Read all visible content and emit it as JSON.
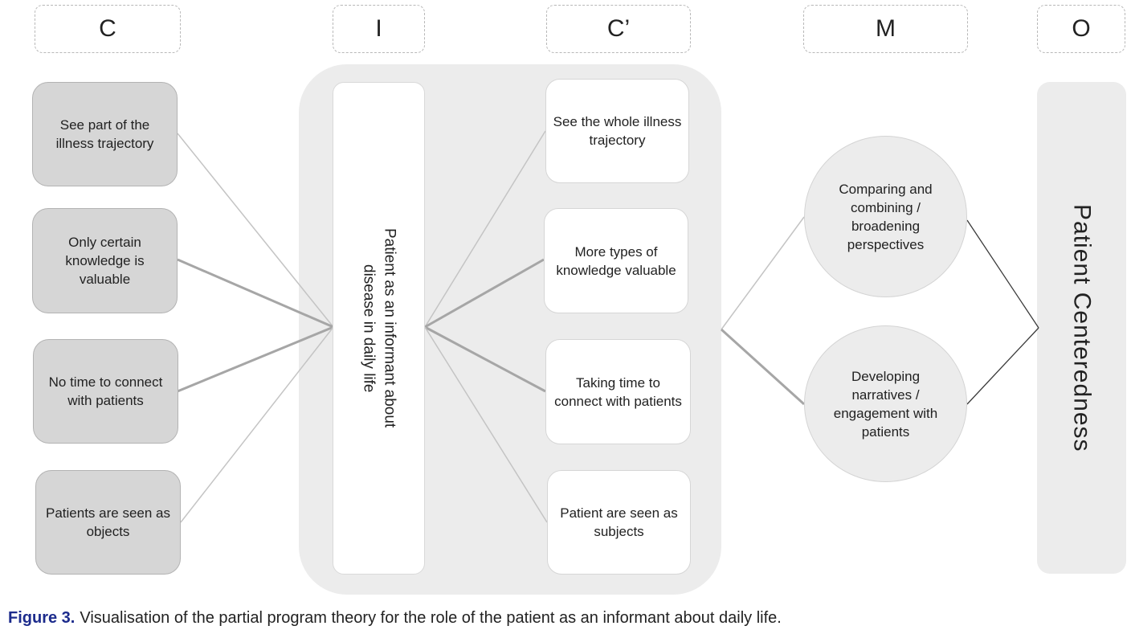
{
  "headers": {
    "c": "C",
    "i": "I",
    "c_prime": "C’",
    "m": "M",
    "o": "O"
  },
  "context": [
    {
      "label": "See part of the illness trajectory"
    },
    {
      "label": "Only certain knowledge is valuable"
    },
    {
      "label": "No time to connect with patients"
    },
    {
      "label": "Patients are seen as objects"
    }
  ],
  "intervention": {
    "label": "Patient  as an informant about disease in daily life"
  },
  "context_prime": [
    {
      "label": "See the whole illness trajectory"
    },
    {
      "label": "More types of knowledge valuable"
    },
    {
      "label": "Taking time to connect with patients"
    },
    {
      "label": "Patient are seen as subjects"
    }
  ],
  "mechanisms": [
    {
      "label": "Comparing and combining / broadening perspectives"
    },
    {
      "label": "Developing narratives / engagement with patients"
    }
  ],
  "outcome": {
    "label": "Patient Centeredness"
  },
  "caption": {
    "label": "Figure 3.",
    "text": "Visualisation of the partial program theory for the role of the patient as an informant about daily life."
  },
  "colors": {
    "context_box_fill": "#d6d6d6",
    "panel_fill": "#ececec",
    "figure_label": "#1c2b8c",
    "connector_light": "#c4c4c4",
    "connector_bold": "#a6a6a6",
    "connector_dark": "#3a3a3a"
  }
}
